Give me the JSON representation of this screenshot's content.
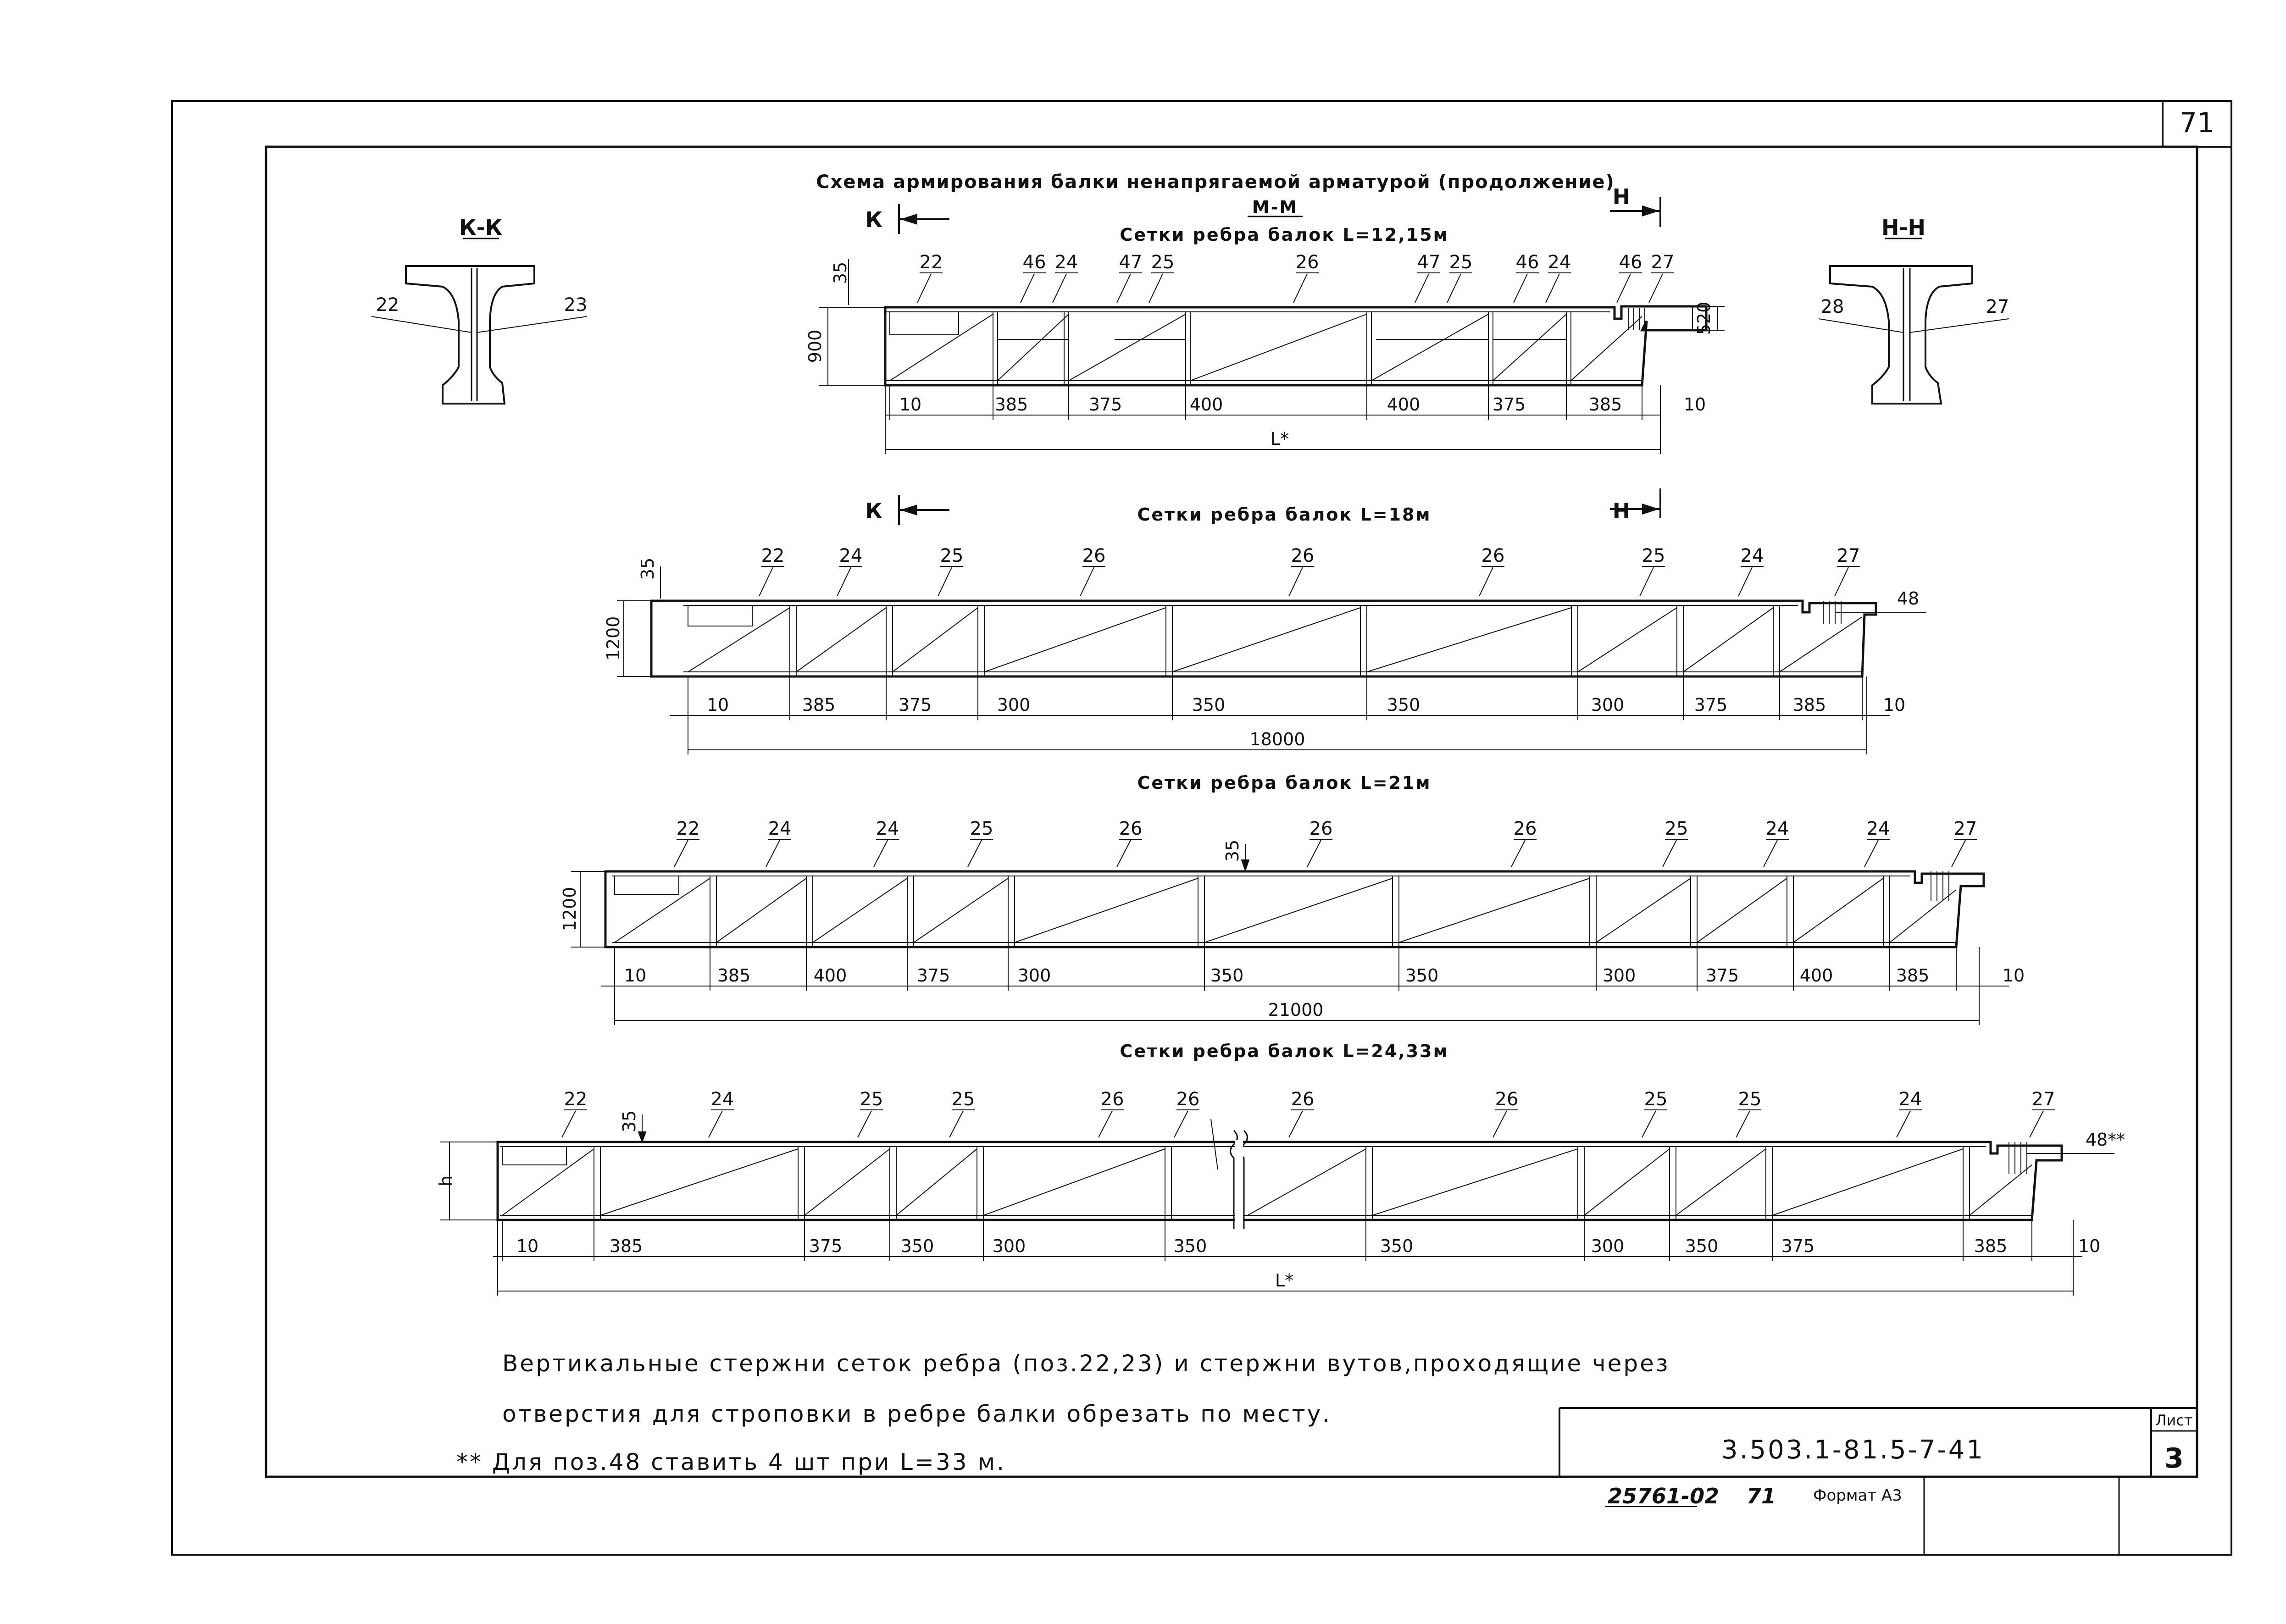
{
  "page_number": "71",
  "title": {
    "main": "Схема армирования балки ненапрягаемой арматурой (продолжение)",
    "cut_mm": "М-М",
    "mesh_12_15": "Сетки ребра балок L=12,15м",
    "mesh_18": "Сетки ребра балок L=18м",
    "mesh_21": "Сетки ребра балок L=21м",
    "mesh_24_33": "Сетки ребра балок L=24,33м"
  },
  "sections": {
    "kk": {
      "label": "К-К",
      "pos_left": "22",
      "pos_right": "23"
    },
    "nn": {
      "label": "Н-Н",
      "pos_left": "28",
      "pos_right": "27"
    }
  },
  "cut_marks": {
    "k": "К",
    "n": "Н"
  },
  "beam1": {
    "height": "900",
    "top": "35",
    "end_height": "520",
    "length": "L*",
    "positions": [
      "22",
      "46",
      "24",
      "47",
      "25",
      "26",
      "47",
      "25",
      "46",
      "24",
      "46",
      "27"
    ],
    "dims": [
      "10",
      "385",
      "375",
      "400",
      "400",
      "375",
      "385",
      "10"
    ]
  },
  "beam2": {
    "height": "1200",
    "top": "35",
    "length": "18000",
    "pos48": "48",
    "positions": [
      "22",
      "24",
      "25",
      "26",
      "26",
      "26",
      "25",
      "24",
      "27"
    ],
    "dims": [
      "10",
      "385",
      "375",
      "300",
      "350",
      "350",
      "300",
      "375",
      "385",
      "10"
    ]
  },
  "beam3": {
    "height": "1200",
    "top": "35",
    "length": "21000",
    "positions": [
      "22",
      "24",
      "24",
      "25",
      "26",
      "26",
      "26",
      "25",
      "24",
      "24",
      "27"
    ],
    "dims": [
      "10",
      "385",
      "400",
      "375",
      "300",
      "350",
      "350",
      "300",
      "375",
      "400",
      "385",
      "10"
    ]
  },
  "beam4": {
    "height": "h",
    "top": "35",
    "length": "L*",
    "pos48": "48**",
    "positions": [
      "22",
      "24",
      "25",
      "25",
      "26",
      "26",
      "26",
      "26",
      "25",
      "25",
      "24",
      "27"
    ],
    "dims": [
      "10",
      "385",
      "375",
      "350",
      "300",
      "350",
      "350",
      "300",
      "350",
      "375",
      "385",
      "10"
    ]
  },
  "notes": {
    "line1": "Вертикальные стержни сеток ребра (поз.22,23) и стержни вутов,проходящие через",
    "line2": "отверстия для строповки в ребре балки обрезать по месту.",
    "line3": "** Для поз.48 ставить 4 шт при L=33 м."
  },
  "title_block": {
    "code": "3.503.1-81.5-7-41",
    "sheet_label": "Лист",
    "sheet_number": "3",
    "archive_number": "25761-02",
    "archive_page": "71",
    "format": "Формат А3"
  }
}
